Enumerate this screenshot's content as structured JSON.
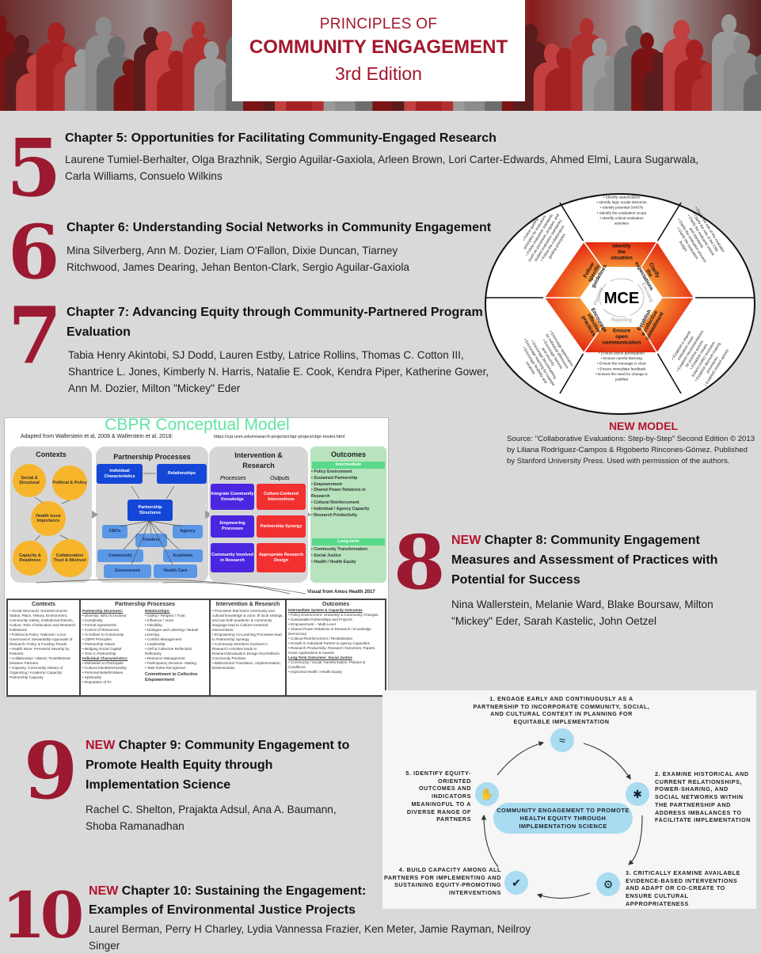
{
  "header": {
    "line1": "PRINCIPLES OF",
    "line2": "COMMUNITY ENGAGEMENT",
    "line3": "3rd Edition"
  },
  "colors": {
    "accent": "#9b1a31",
    "new": "#b3142c",
    "background": "#d9d9d9"
  },
  "chapters": [
    {
      "number": "5",
      "new": "",
      "title": "Chapter 5: Opportunities for Facilitating Community-Engaged Research",
      "authors": [
        "Laurene Tumiel-Berhalter, Olga Brazhnik, Sergio Aguilar-Gaxiola, Arleen Brown, Lori Carter-Edwards, Ahmed Elmi, Laura Sugarwala,",
        "Carla Williams, Consuelo Wilkins"
      ]
    },
    {
      "number": "6",
      "new": "",
      "title": "Chapter 6: Understanding Social Networks in Community Engagement",
      "authors": [
        "Mina Silverberg, Ann M. Dozier, Liam O'Fallon, Dixie Duncan, Tiarney",
        "Ritchwood, James Dearing, Jehan Benton-Clark, Sergio Aguilar-Gaxiola"
      ]
    },
    {
      "number": "7",
      "new": "",
      "title": [
        "Chapter 7: Advancing Equity through Community-Partnered Program",
        "Evaluation"
      ],
      "authors": [
        "Tabia Henry Akintobi, SJ Dodd, Lauren Estby, Latrice Rollins, Thomas C. Cotton III,",
        "Shantrice L. Jones, Kimberly N. Harris, Natalie E. Cook, Kendra Piper, Katherine Gower,",
        "Ann M. Dozier, Milton \"Mickey\" Eder"
      ]
    },
    {
      "number": "8",
      "new": "NEW",
      "title": [
        "Chapter 8: Community Engagement",
        "Measures and Assessment of Practices with",
        "Potential for Success"
      ],
      "authors": [
        "Nina Wallerstein, Melanie Ward, Blake Boursaw, Milton",
        "\"Mickey\" Eder, Sarah Kastelic, John Oetzel"
      ]
    },
    {
      "number": "9",
      "new": "NEW",
      "title": [
        "Chapter 9: Community Engagement to",
        "Promote Health Equity through",
        "Implementation Science"
      ],
      "authors": [
        "Rachel C. Shelton, Prajakta Adsul, Ana A. Baumann,",
        "Shoba Ramanadhan"
      ]
    },
    {
      "number": "10",
      "new": "NEW",
      "title": [
        "Chapter 10: Sustaining the Engagement:",
        "Examples of Environmental Justice Projects"
      ],
      "authors": [
        "Laurel Berman, Perry H Charley, Lydia Vannessa Frazier, Ken Meter, Jamie Rayman, Neilroy Singer"
      ]
    }
  ],
  "mce": {
    "center": "MCE",
    "phases": [
      "Planning",
      "Executing",
      "Reporting"
    ],
    "segments": [
      {
        "label": [
          "Identify",
          "the",
          "situation"
        ],
        "bullets": [
          "• Identify stakeholders",
          "• Identify logic model elements",
          "• Identify potential SWOTs",
          "• Identify the evaluation scope",
          "• Identify critical evaluation",
          "activities"
        ]
      },
      {
        "label": [
          "Clarify",
          "the",
          "expectations"
        ],
        "bullets": [
          "• Clarify the role of the evaluator",
          "• Clarify the role of the CMs",
          "• Clarify the evaluand criteria",
          "and standards",
          "• Clarify the evaluation process",
          "• Clarify the evaluation",
          "budget"
        ]
      },
      {
        "label": [
          "Establish",
          "a collective",
          "commitment"
        ],
        "bullets": [
          "• Establish a shared",
          "evaluation vision",
          "• Establish recommendations",
          "for positive actions",
          "• Establish means",
          "toward conflict resolution",
          "• Establish decision-making",
          "procedures",
          "• Establish reward options"
        ]
      },
      {
        "label": [
          "Ensure",
          "open",
          "communication"
        ],
        "bullets": [
          "• Ensure active participation",
          "• Ensure careful listening",
          "• Ensure the message is clear",
          "• Ensure immediate feedback",
          "• Ensure the need for change is",
          "justified"
        ]
      },
      {
        "label": [
          "Encourage",
          "effective",
          "practices"
        ],
        "bullets": [
          "• Encourage appreciation",
          "for individual differences",
          "• Encourage fairness",
          "and sincerity",
          "• Encourage benchmarking",
          "• Encourage teaching by example",
          "• Encourage flexibility and",
          "creativity"
        ]
      },
      {
        "label": [
          "Follow",
          "specific",
          "guidelines"
        ],
        "bullets": [
          "• Follow guiding",
          "principles for evaluators",
          "• Follow evaluation standards",
          "(such as personnel, program, and",
          "student evaluation standards)",
          "• Follow the collaboration",
          "guiding principles"
        ]
      }
    ],
    "caption": "NEW MODEL",
    "source": "Source: \"Collaborative Evaluations: Step-by-Step\" Second Edition © 2013 by Liliana Rodríguez-Campos & Rigoberto Rincones-Gómez. Published by Stanford University Press. Used with permission of the authors."
  },
  "cbpr": {
    "title": "CBPR Conceptual Model",
    "adapted": "Adapted from Wallerstein et al, 2008 & Wallerstein et al, 2018:",
    "url": "https://cpr.unm.edu/research-projects/cbpr-project/cbpr-model.html",
    "credit": "Visual from Amos Health 2017",
    "contexts": {
      "title": "Contexts",
      "circles": [
        "Social & Structural",
        "Political & Policy",
        "Health Issue Importance",
        "Capacity & Readiness",
        "Collaboration Trust & Mistrust"
      ]
    },
    "partnership": {
      "title": "Partnership Processes",
      "boxes": [
        "Individual Characteristics",
        "Relationships",
        "Partnership Structures",
        "CBOs",
        "Agency",
        "Funders",
        "Community",
        "Academic",
        "Government",
        "Health Care"
      ]
    },
    "intervention": {
      "title": "Intervention & Research",
      "processes_label": "Processes",
      "outputs_label": "Outputs",
      "processes": [
        "Integrate Community Knowledge",
        "Empowering Processes",
        "Community Involved in Research"
      ],
      "outputs": [
        "Culture-Centered Interventions",
        "Partnership Synergy",
        "Appropriate Research Design"
      ]
    },
    "outcomes": {
      "title": "Outcomes",
      "intermediate_label": "Intermediate",
      "intermediate": [
        "Policy Environment",
        "Sustained Partnership",
        "Empowerment",
        "Shared Power Relations in Research",
        "Cultural Reinforcement",
        "Individual / Agency Capacity",
        "Research Productivity"
      ],
      "longterm_label": "Long-term",
      "longterm": [
        "Community Transformation",
        "Social Justice",
        "Health / Health Equity"
      ]
    },
    "table": {
      "contexts": {
        "title": "Contexts",
        "items": [
          "Social-Structural: Social-Economic Status, Place, History, Environment, Community Safety, Institutional Racism, Culture, Role of Education and Research Institutions",
          "Political & Policy: National / Local Governance/ Stewardship Approvals of Research; Policy & Funding Trends",
          "Health Issue: Perceived Severity by Partners",
          "Collaboration: Historic Trust/Mistrust between Partners",
          "Capacity: Community History of Organizing / Academic Capacity/ Partnership Capacity"
        ]
      },
      "partnership": {
        "title": "Partnership Processes",
        "structures_label": "Partnership Structures:",
        "structures": [
          "Diversity: Who is involved",
          "Complexity",
          "Formal Agreements",
          "Control of Resources",
          "% Dollars to Community",
          "CBPR Principles",
          "Partnership Values",
          "Bridging Social Capital",
          "Time in Partnership"
        ],
        "individual_label": "Individual Characteristics:",
        "individual": [
          "Motivation to Participate",
          "Cultural Identities/Humility",
          "Personal Beliefs/Values",
          "Spirituality",
          "Reputation of P.I."
        ],
        "relationships_label": "Relationships:",
        "relationships": [
          "Safety / Respect / Trust",
          "Influence / Voice",
          "Flexibility",
          "Dialogue and Listening / Mutual Learning",
          "Conflict Management",
          "Leadership",
          "Self & Collective Reflection/ Reflexivity",
          "Resource Management",
          "Participatory Decision- Making",
          "Task Roles Recognized"
        ],
        "commitment": "Commitment to Collective Empowerment"
      },
      "intervention": {
        "title": "Intervention & Research",
        "items": [
          "Processes that honor community and cultural knowledge & voice, fit local settings, and use both academic & community language lead to Culture-Centered Interventions",
          "Empowering Co-Learning Processes lead to Partnership Synergy",
          "Community Members Involved in Research Activities leads to Research/Evaluation Design that Reflects Community Priorities",
          "Bidirectional Translation, Implementation, Dissemination"
        ]
      },
      "outcomes": {
        "title": "Outcomes",
        "intermediate_label": "Intermediate System & Capacity Outcomes",
        "intermediate": [
          "Policy Environment: University & Community Changes",
          "Sustainable Partnerships and Projects",
          "Empowerment – Multi-Level",
          "Shared Power Relations in Research / Knowledge Democracy",
          "Cultural Reinforcement / Revitalization",
          "Growth in Individual Partner & Agency Capacities",
          "Research Productivity: Research Outcomes, Papers, Grant Applications & Awards"
        ],
        "longterm_label": "Long-Term Outcomes: Social Justice",
        "longterm": [
          "Community / Social Transformation: Policies & Conditions",
          "Improved Health / Health Equity"
        ]
      }
    }
  },
  "implementation": {
    "center": "COMMUNITY ENGAGEMENT TO PROMOTE HEALTH EQUITY THROUGH IMPLEMENTATION SCIENCE",
    "steps": [
      {
        "text": "1. ENGAGE EARLY AND CONTINUOUSLY AS A PARTNERSHIP TO INCORPORATE COMMUNITY, SOCIAL, AND CULTURAL CONTEXT IN PLANNING FOR EQUITABLE IMPLEMENTATION",
        "icon": "handshake-icon"
      },
      {
        "text": "2. EXAMINE HISTORICAL AND CURRENT RELATIONSHIPS, POWER-SHARING, AND SOCIAL NETWORKS WITHIN THE PARTNERSHIP AND ADDRESS IMBALANCES TO FACILITATE IMPLEMENTATION",
        "icon": "network-icon"
      },
      {
        "text": "3. CRITICALLY EXAMINE AVAILABLE EVIDENCE-BASED INTERVENTIONS AND ADAPT OR CO-CREATE TO ENSURE CULTURAL APPROPRIATENESS",
        "icon": "palette-icon"
      },
      {
        "text": "4. BUILD CAPACITY AMONG ALL PARTNERS FOR IMPLEMENTING AND SUSTAINING EQUITY-PROMOTING INTERVENTIONS",
        "icon": "growth-icon"
      },
      {
        "text": "5. IDENTIFY EQUITY-ORIENTED OUTCOMES AND INDICATORS MEANINGFUL TO A DIVERSE RANGE OF PARTNERS",
        "icon": "hand-heart-icon"
      }
    ]
  }
}
